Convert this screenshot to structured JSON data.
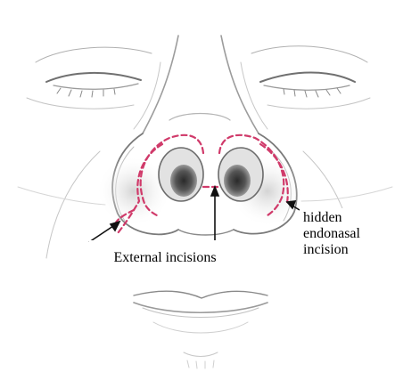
{
  "labels": {
    "external": "External incisions",
    "hidden_line1": "hidden",
    "hidden_line2": "endonasal",
    "hidden_line3": "incision"
  },
  "colors": {
    "incision": "#d03a6a",
    "sketch": "#6f6f6f",
    "shade": "#bdbdbd",
    "nostril": "#3d3d3d"
  }
}
